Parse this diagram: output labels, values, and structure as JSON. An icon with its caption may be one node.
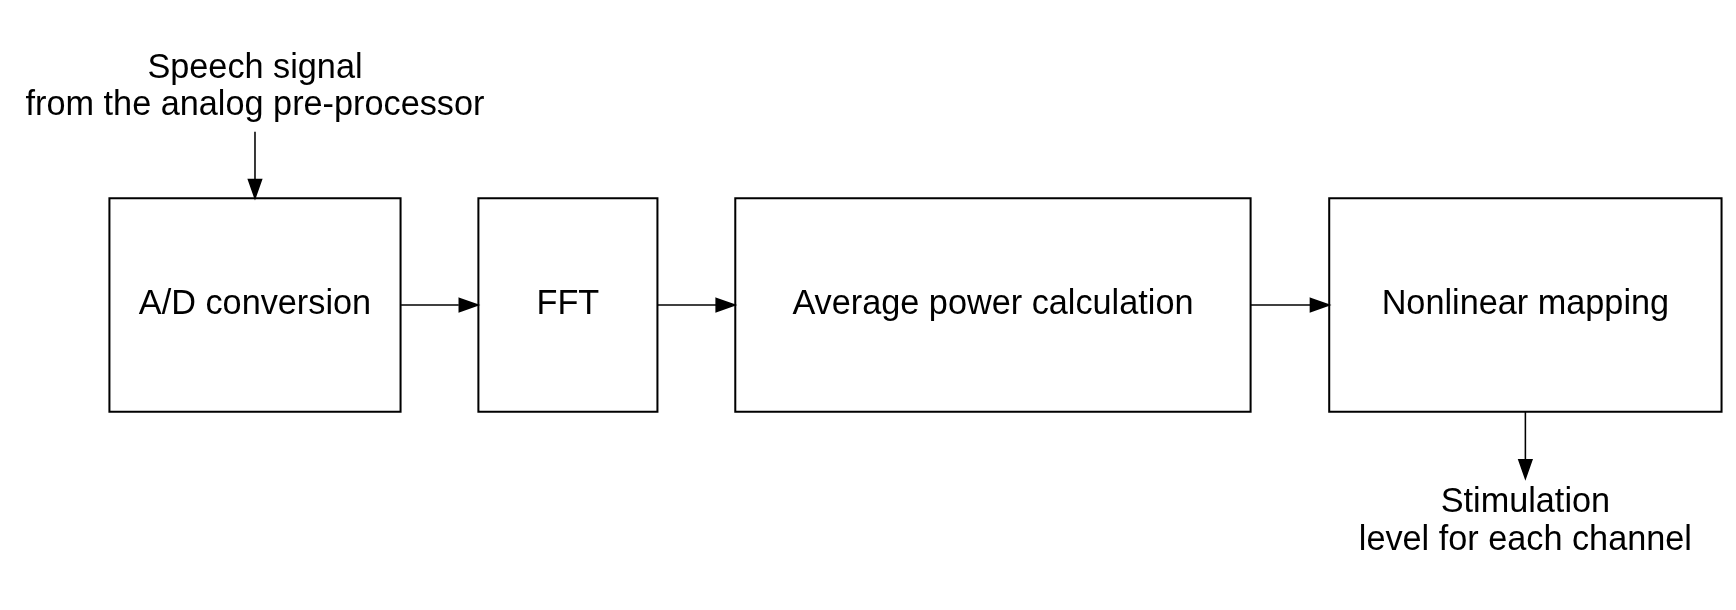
{
  "diagram": {
    "nodes": [
      {
        "text": [
          "Speech signal from the analog pre-processor"
        ]
      },
      {
        "text": [
          "A/D conversion"
        ]
      },
      {
        "text": [
          "FFT"
        ]
      },
      {
        "text": [
          "Average power calculation"
        ]
      },
      {
        "text": [
          "Nonlinear mapping"
        ]
      },
      {
        "text": [
          "Stimulation level for each channel"
        ]
      }
    ],
    "edges": [
      {
        "from": 0,
        "to": 1,
        "arrow": "to"
      },
      {
        "from": 1,
        "to": 2,
        "arrow": "to"
      },
      {
        "from": 2,
        "to": 3,
        "arrow": "to"
      },
      {
        "from": 3,
        "to": 4,
        "arrow": "to"
      },
      {
        "from": 4,
        "to": 5,
        "arrow": "to"
      }
    ]
  }
}
